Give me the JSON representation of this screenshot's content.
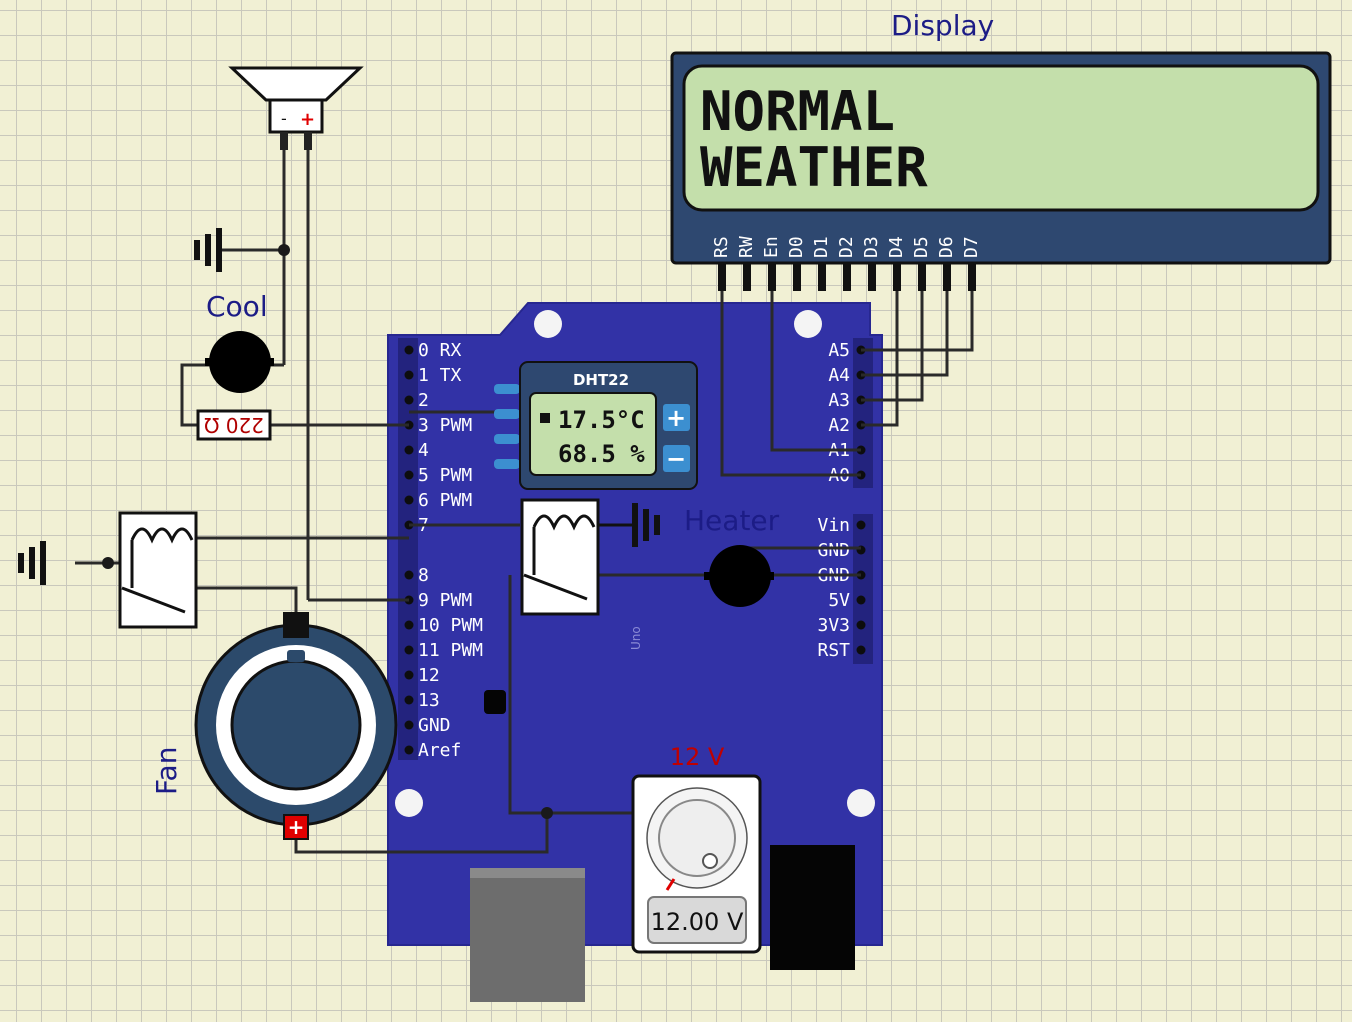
{
  "labels": {
    "display": "Display",
    "cool": "Cool",
    "heater": "Heater",
    "fan": "Fan",
    "voltage_title": "12 V"
  },
  "lcd": {
    "line1": "NORMAL",
    "line2": "WEATHER",
    "pins": [
      "RS",
      "RW",
      "En",
      "D0",
      "D1",
      "D2",
      "D3",
      "D4",
      "D5",
      "D6",
      "D7"
    ]
  },
  "dht22": {
    "title": "DHT22",
    "temperature": "17.5°C",
    "humidity": "68.5 %",
    "plus": "+",
    "minus": "−"
  },
  "resistor": {
    "value": "220 Ω"
  },
  "power_supply": {
    "reading": "12.00 V"
  },
  "board": {
    "name": "Uno",
    "left_pins": [
      "0 RX",
      "1 TX",
      "2",
      "3 PWM",
      "4",
      "5 PWM",
      "6 PWM",
      "7",
      "8",
      "9 PWM",
      "10 PWM",
      "11 PWM",
      "12",
      "13",
      "GND",
      "Aref"
    ],
    "analog_pins": [
      "A5",
      "A4",
      "A3",
      "A2",
      "A1",
      "A0"
    ],
    "power_pins": [
      "Vin",
      "GND",
      "GND",
      "5V",
      "3V3",
      "RST"
    ]
  },
  "buzzer": {
    "minus": "-",
    "plus": "+"
  },
  "fan_terminal": "+",
  "colors": {
    "board": "#3232a6",
    "lcd_frame": "#2e4870",
    "lcd_screen": "#c4dfab",
    "label": "#1c1c86",
    "wire": "#2a2a2a",
    "voltage_label": "#c00000"
  }
}
